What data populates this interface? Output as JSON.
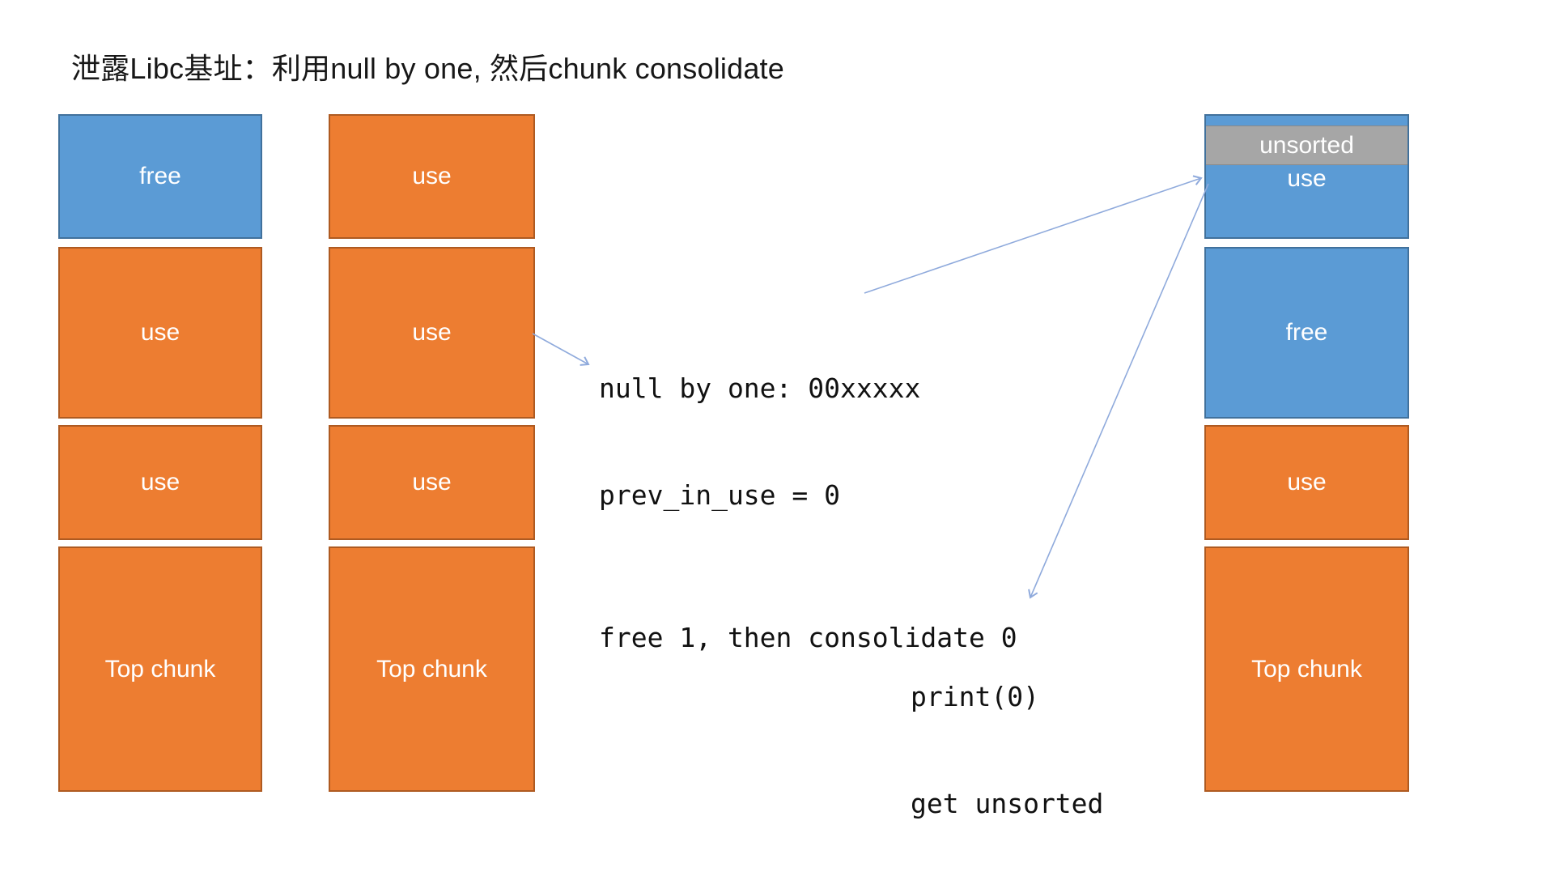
{
  "title": "泄露Libc基址：利用null by one, 然后chunk consolidate",
  "colors": {
    "chunk_used_fill": "#ED7D31",
    "chunk_used_border": "#AE5A21",
    "chunk_free_fill": "#5B9BD5",
    "chunk_free_border": "#41719C",
    "unsorted_band_fill": "#A6A6A6",
    "arrow": "#8FAADC",
    "label_text": "#FFFFFF",
    "body_text": "#111111"
  },
  "columns": [
    {
      "name": "heap-state-initial",
      "blocks": [
        {
          "label": "free"
        },
        {
          "label": "use"
        },
        {
          "label": "use"
        },
        {
          "label": "Top chunk"
        }
      ]
    },
    {
      "name": "heap-state-after-alloc",
      "blocks": [
        {
          "label": "use"
        },
        {
          "label": "use"
        },
        {
          "label": "use"
        },
        {
          "label": "Top chunk"
        }
      ]
    },
    {
      "name": "heap-state-after-consolidate",
      "blocks": [
        {
          "label": "use",
          "band": "unsorted"
        },
        {
          "label": "free"
        },
        {
          "label": "use"
        },
        {
          "label": "Top chunk"
        }
      ]
    }
  ],
  "annotations": {
    "code_note": {
      "line1": "null by one: 00xxxxx",
      "line2": "prev_in_use = 0",
      "line3": "free 1, then consolidate 0"
    },
    "print_note": {
      "line1": "print(0)",
      "line2": "get unsorted"
    }
  }
}
